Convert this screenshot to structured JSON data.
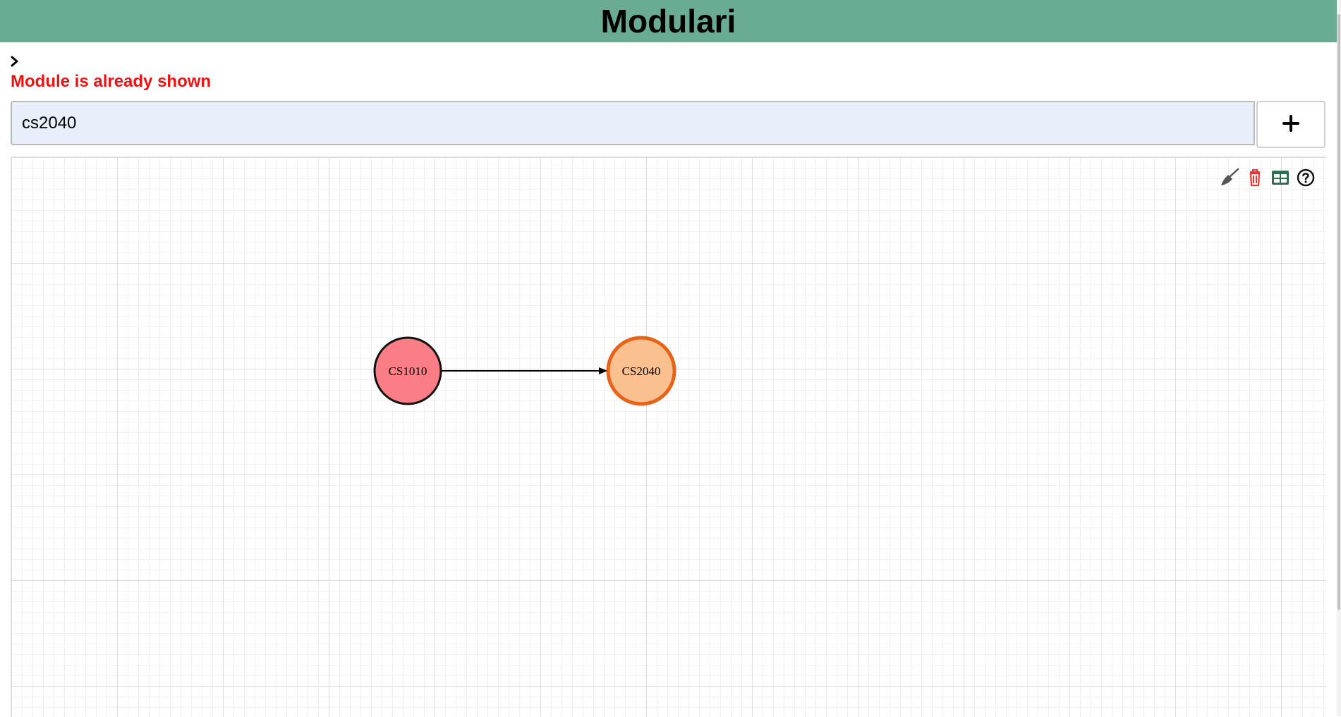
{
  "header": {
    "title": "Modulari"
  },
  "toggle": {
    "icon": "chevron-right-icon"
  },
  "status": {
    "message": "Module is already shown",
    "color": "#ee1111"
  },
  "search": {
    "value": "cs2040",
    "placeholder": ""
  },
  "add_button": {
    "icon": "plus-icon"
  },
  "toolbar": {
    "items": [
      {
        "icon": "broom-icon",
        "color": "#555555"
      },
      {
        "icon": "trash-icon",
        "color": "#ee3333"
      },
      {
        "icon": "table-icon",
        "color": "#2f6f4f"
      },
      {
        "icon": "help-icon",
        "color": "#111111"
      }
    ]
  },
  "graph": {
    "nodes": [
      {
        "id": "CS1010",
        "label": "CS1010",
        "fill": "#fb7e87",
        "stroke": "#111111"
      },
      {
        "id": "CS2040",
        "label": "CS2040",
        "fill": "#fbc090",
        "stroke": "#e86218"
      }
    ],
    "edges": [
      {
        "from": "CS1010",
        "to": "CS2040"
      }
    ]
  },
  "colors": {
    "header_bg": "#6aab93",
    "input_bg": "#e8effb"
  }
}
